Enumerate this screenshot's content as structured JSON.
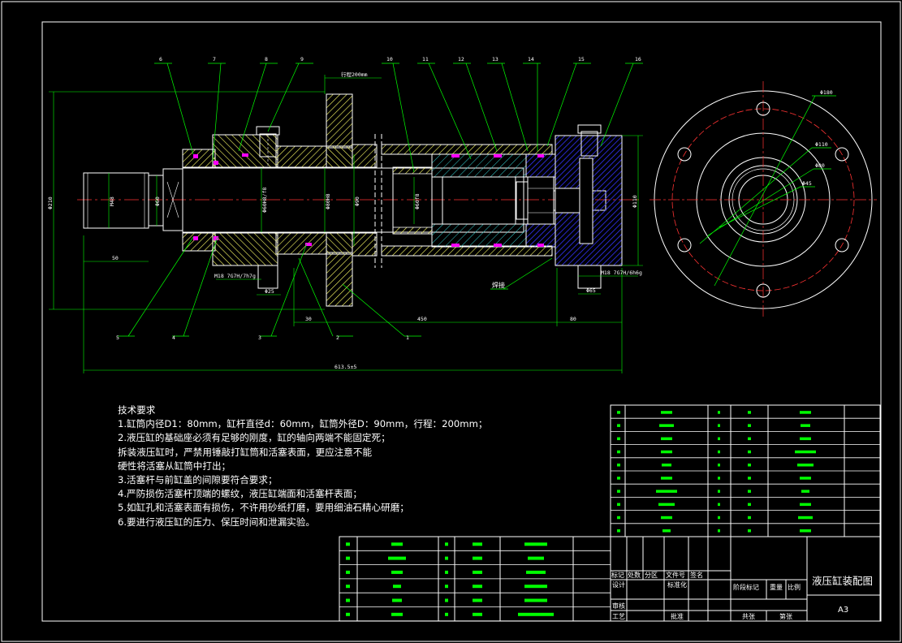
{
  "drawing": {
    "title": "液压缸装配图",
    "sheet_size": "A3"
  },
  "tech_requirements": {
    "heading": "技术要求",
    "lines": [
      "1.缸筒内径D1：80mm，缸杆直径d：60mm，缸筒外径D：90mm，行程：200mm；",
      "2.液压缸的基础座必须有足够的刚度，缸的轴向两端不能固定死；",
      "拆装液压缸时，严禁用锤敲打缸筒和活塞表面，更应注意不能",
      "硬性将活塞从缸筒中打出；",
      "3.活塞杆与前缸盖的间隙要符合要求；",
      "4.严防损伤活塞杆顶端的螺纹，液压缸端面和活塞杆表面；",
      "5.如缸孔和活塞表面有损伤，不许用砂纸打磨，要用细油石精心研磨；",
      "6.要进行液压缸的压力、保压时间和泄漏实验。"
    ]
  },
  "balloons": {
    "top": [
      "6",
      "7",
      "8",
      "9",
      "10",
      "11",
      "12",
      "13",
      "14",
      "15",
      "16"
    ],
    "bottom": [
      "5",
      "4",
      "3",
      "2",
      "1"
    ],
    "weld_label": "焊接"
  },
  "dimensions": {
    "stroke": "行程200mm",
    "d210": "Φ210",
    "m48": "M48",
    "d60": "Φ60",
    "d60h": "Φ60H8/f8",
    "d80h": "Φ80H8",
    "d90": "Φ90",
    "d80": "Φ80",
    "d60f": "Φ60f8",
    "d110": "Φ110",
    "len50": "50",
    "len30": "30",
    "len450": "450",
    "len80": "80",
    "total": "613.5±5",
    "thread_left": "M18 7G7H/7h7g",
    "thread_right": "M18 7G7H/6h6g",
    "phi25": "Φ25",
    "phi65": "Φ65",
    "circle_180": "Φ180",
    "circle_110": "Φ110",
    "circle_80": "Φ80",
    "circle_45": "Φ45"
  },
  "title_block": {
    "row_labels": [
      "标记",
      "处数",
      "分区",
      "文件号",
      "签名"
    ],
    "design": "设计",
    "standardize": "标准化",
    "review": "审核",
    "process": "工艺",
    "approve": "批准",
    "stage_mark": "阶段标记",
    "weight": "重量",
    "scale": "比例",
    "total_sheets": "共张",
    "sheet_no": "第张"
  },
  "colors": {
    "background": "#000000",
    "outline": "#ffffff",
    "leader": "#00ff00",
    "hatch_yellow": "#ffff66",
    "hatch_cyan": "#33cccc",
    "hatch_blue": "#3333ff",
    "seal": "#ff00ff",
    "center_line": "#ff3333",
    "title_fill": "#00ff00"
  }
}
